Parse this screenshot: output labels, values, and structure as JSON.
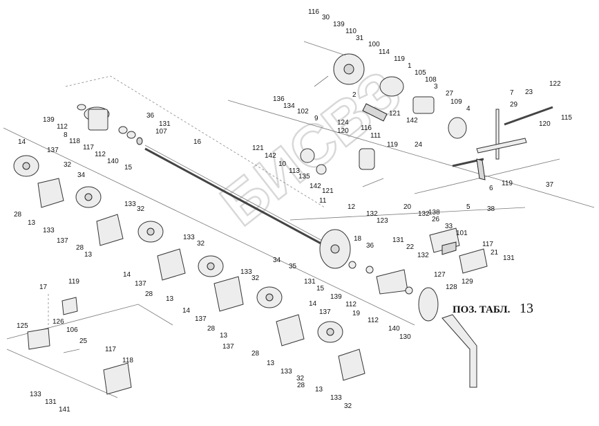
{
  "watermark": "БИСВЗ",
  "caption": {
    "prefix": "ПОЗ. ТАБЛ.",
    "number": "13"
  },
  "labels": [
    "116",
    "30",
    "139",
    "110",
    "31",
    "100",
    "114",
    "119",
    "1",
    "105",
    "108",
    "3",
    "27",
    "109",
    "4",
    "136",
    "134",
    "102",
    "9",
    "2",
    "121",
    "142",
    "24",
    "7",
    "23",
    "122",
    "29",
    "120",
    "115",
    "139",
    "112",
    "8",
    "118",
    "117",
    "112",
    "140",
    "15",
    "36",
    "131",
    "107",
    "16",
    "121",
    "142",
    "10",
    "113",
    "135",
    "142",
    "121",
    "11",
    "124",
    "120",
    "116",
    "111",
    "119",
    "12",
    "132",
    "123",
    "138",
    "5",
    "6",
    "119",
    "37",
    "14",
    "137",
    "32",
    "34",
    "28",
    "13",
    "133",
    "137",
    "28",
    "13",
    "133",
    "32",
    "14",
    "137",
    "28",
    "13",
    "133",
    "32",
    "14",
    "137",
    "28",
    "13",
    "133",
    "32",
    "34",
    "35",
    "18",
    "36",
    "131",
    "15",
    "139",
    "112",
    "19",
    "112",
    "140",
    "130",
    "20",
    "132",
    "26",
    "131",
    "22",
    "132",
    "33",
    "101",
    "117",
    "21",
    "131",
    "127",
    "128",
    "129",
    "38",
    "17",
    "119",
    "126",
    "106",
    "125",
    "25",
    "117",
    "118",
    "133",
    "131",
    "141",
    "137",
    "28",
    "13",
    "133",
    "32",
    "14",
    "137",
    "28",
    "13",
    "133",
    "32"
  ]
}
